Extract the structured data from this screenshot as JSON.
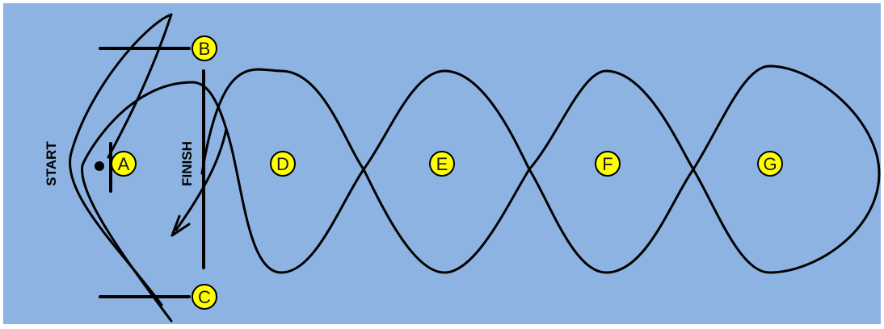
{
  "labels": {
    "start": "START",
    "finish": "FINISH"
  },
  "markers": {
    "a": "A",
    "b": "B",
    "c": "C",
    "d": "D",
    "e": "E",
    "f": "F",
    "g": "G"
  },
  "colors": {
    "background": "#8DB3E2",
    "line": "#000000",
    "marker_fill": "#FFFF00",
    "frame": "#ffffff"
  }
}
